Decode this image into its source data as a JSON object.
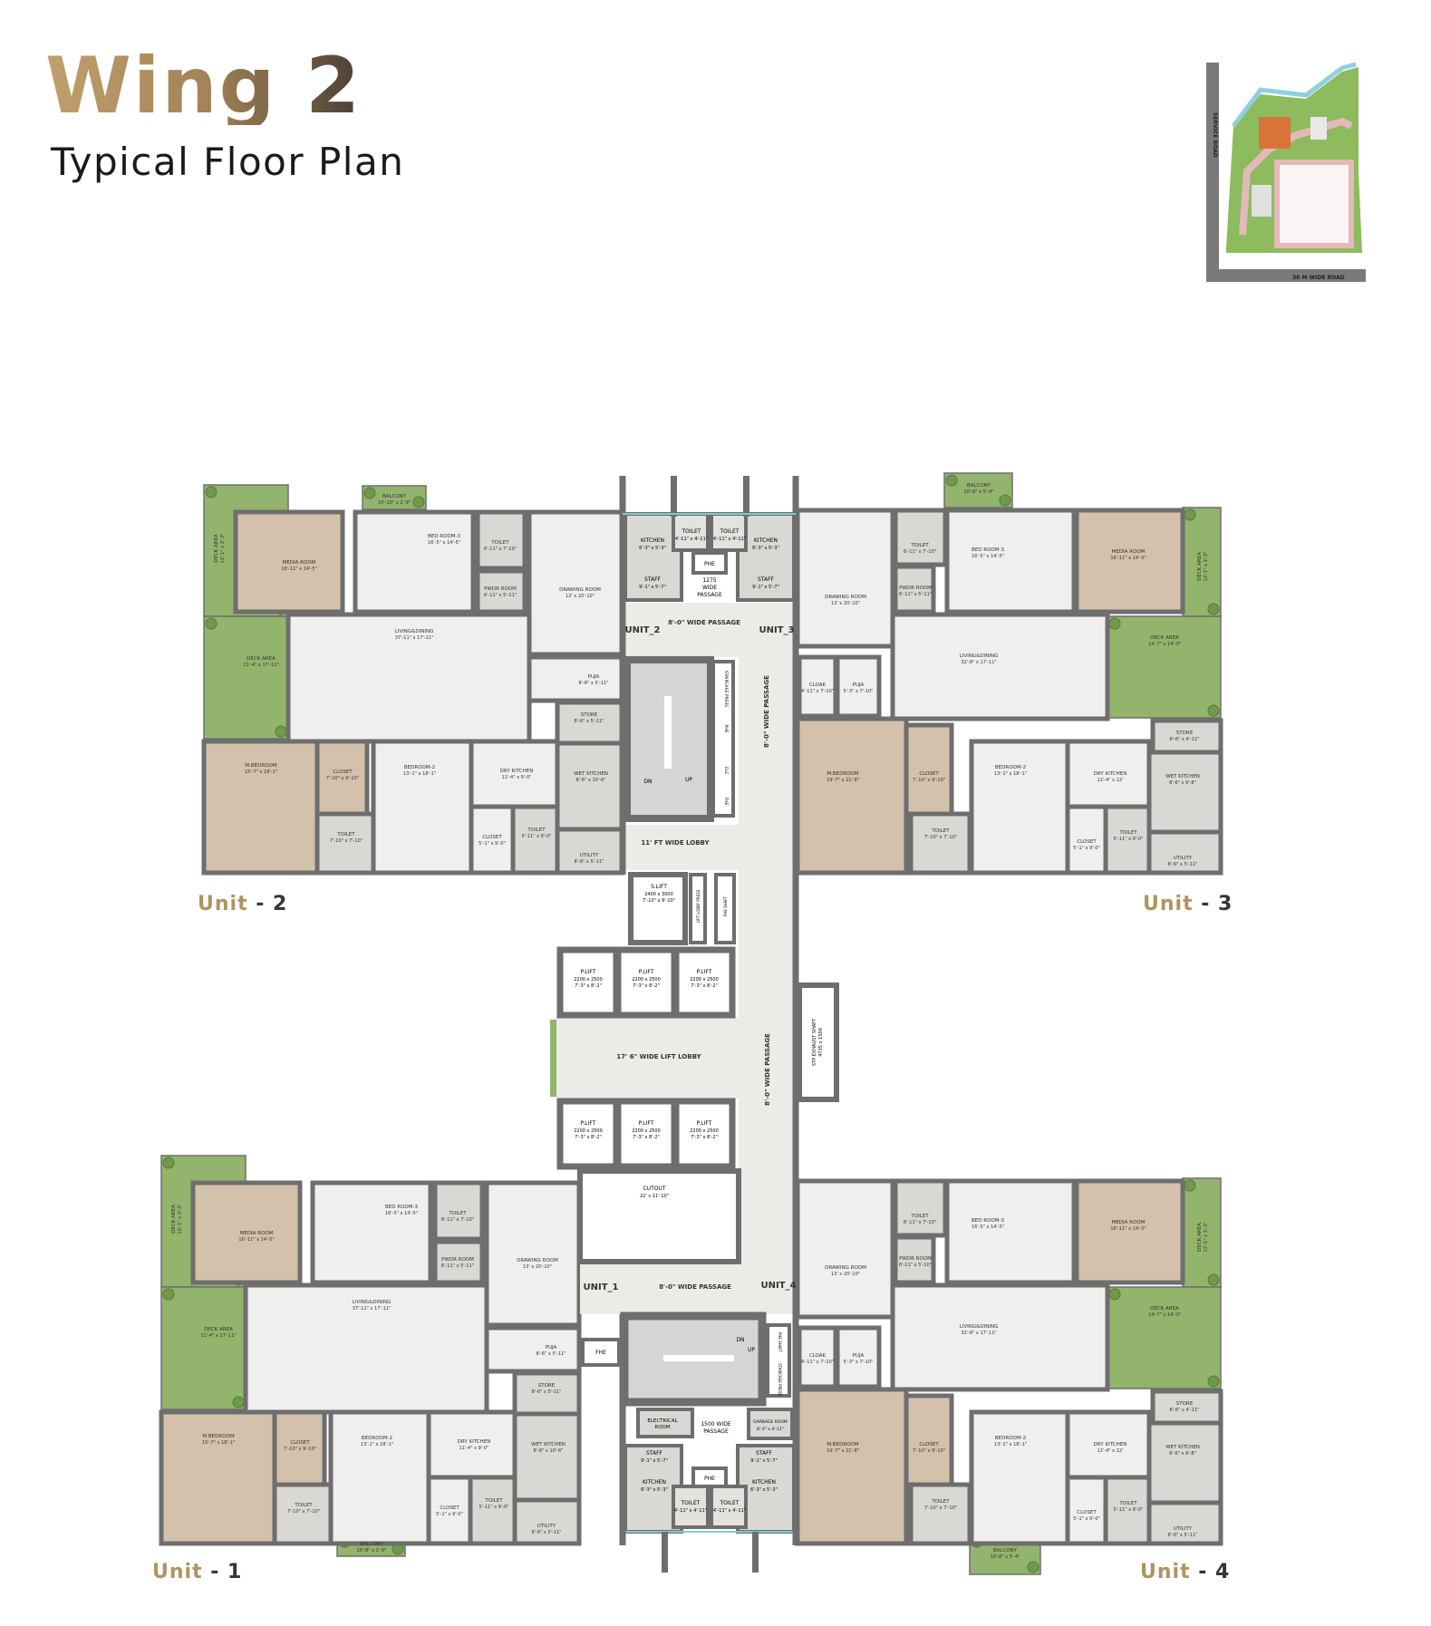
{
  "header": {
    "title": "Wing 2",
    "subtitle": "Typical Floor Plan"
  },
  "key_plan": {
    "service_road": "SERVICE ROAD",
    "main_road": "30 M WIDE ROAD"
  },
  "colors": {
    "title_gold": "#b0935f",
    "title_dark": "#4a4036",
    "wall": "#6e6e6e",
    "marble": "#efefed",
    "wood": "#d3c1ab",
    "wet": "#d9d8d5",
    "landscape": "#93b46c",
    "glazing": "#7fc9cf",
    "deck_edge": "#ecd3bb"
  },
  "units": [
    {
      "word": "Unit",
      "num": "- 1",
      "rooms": [
        {
          "name": "DECK AREA",
          "size": "10'-1\" x 3'-3\"",
          "finish": "landscape"
        },
        {
          "name": "DECK AREA",
          "size": "11'-4\" x 17'-11\"",
          "finish": "landscape"
        },
        {
          "name": "MEDIA ROOM",
          "size": "16'-11\" x 14'-5\"",
          "finish": "wood"
        },
        {
          "name": "BALCONY",
          "size": "10'-8\" x 2'-6\"",
          "finish": "landscape"
        },
        {
          "name": "BED ROOM-3",
          "size": "16'-5\" x 14'-5\"",
          "finish": "marble"
        },
        {
          "name": "TOILET",
          "size": "6'-11\" x 7'-10\"",
          "finish": "wet"
        },
        {
          "name": "PWDR ROOM",
          "size": "6'-11\" x 5'-11\"",
          "finish": "wet"
        },
        {
          "name": "DRAWING ROOM",
          "size": "13' x 20'-10\"",
          "finish": "marble"
        },
        {
          "name": "LIVING&DINING",
          "size": "37'-11\" x 17'-11\"",
          "finish": "marble"
        },
        {
          "name": "PUJA",
          "size": "8'-6\" x 5'-11\"",
          "finish": "marble"
        },
        {
          "name": "STORE",
          "size": "8'-6\" x 5'-11\"",
          "finish": "wet"
        },
        {
          "name": "M.BEDROOM",
          "size": "15'-7\" x 18'-1\"",
          "finish": "wood"
        },
        {
          "name": "CLOSET",
          "size": "7'-10\" x 9'-10\"",
          "finish": "wood"
        },
        {
          "name": "TOILET",
          "size": "7'-10\" x 7'-10\"",
          "finish": "wet"
        },
        {
          "name": "BEDROOM-2",
          "size": "13'-1\" x 18'-1\"",
          "finish": "marble"
        },
        {
          "name": "DRY KITCHEN",
          "size": "11'-4\" x 9'-0\"",
          "finish": "marble"
        },
        {
          "name": "CLOSET",
          "size": "5'-1\" x 9'-0\"",
          "finish": "marble"
        },
        {
          "name": "TOILET",
          "size": "5'-11\" x 9'-0\"",
          "finish": "wet"
        },
        {
          "name": "WET KITCHEN",
          "size": "8'-6\" x 10'-6\"",
          "finish": "wet"
        },
        {
          "name": "UTILITY",
          "size": "8'-6\" x 5'-11\"",
          "finish": "wet"
        }
      ]
    },
    {
      "word": "Unit",
      "num": "- 2",
      "rooms": [
        {
          "name": "DECK AREA",
          "size": "13'-1\" x 3'-3\"",
          "finish": "landscape"
        },
        {
          "name": "DECK AREA",
          "size": "11'-4\" x 17'-11\"",
          "finish": "landscape"
        },
        {
          "name": "MEDIA ROOM",
          "size": "16'-11\" x 14'-5\"",
          "finish": "wood"
        },
        {
          "name": "BALCONY",
          "size": "10'-10\" x 2'-9\"",
          "finish": "landscape"
        },
        {
          "name": "BED ROOM-3",
          "size": "16'-5\" x 14'-5\"",
          "finish": "marble"
        },
        {
          "name": "TOILET",
          "size": "6'-11\" x 7'-10\"",
          "finish": "wet"
        },
        {
          "name": "PWDR ROOM",
          "size": "6'-11\" x 5'-11\"",
          "finish": "wet"
        },
        {
          "name": "DRAWING ROOM",
          "size": "13' x 20'-10\"",
          "finish": "marble"
        },
        {
          "name": "LIVING&DINING",
          "size": "37'-11\" x 17'-11\"",
          "finish": "marble"
        },
        {
          "name": "PUJA",
          "size": "8'-6\" x 5'-11\"",
          "finish": "marble"
        },
        {
          "name": "STORE",
          "size": "8'-6\" x 5'-11\"",
          "finish": "wet"
        },
        {
          "name": "M.BEDROOM",
          "size": "15'-7\" x 18'-1\"",
          "finish": "wood"
        },
        {
          "name": "CLOSET",
          "size": "7'-10\" x 9'-10\"",
          "finish": "wood"
        },
        {
          "name": "TOILET",
          "size": "7'-10\" x 7'-10\"",
          "finish": "wet"
        },
        {
          "name": "BEDROOM-2",
          "size": "13'-1\" x 18'-1\"",
          "finish": "marble"
        },
        {
          "name": "DRY KITCHEN",
          "size": "11'-4\" x 9'-0\"",
          "finish": "marble"
        },
        {
          "name": "CLOSET",
          "size": "5'-1\" x 9'-0\"",
          "finish": "marble"
        },
        {
          "name": "TOILET",
          "size": "5'-11\" x 9'-0\"",
          "finish": "wet"
        },
        {
          "name": "WET KITCHEN",
          "size": "8'-6\" x 10'-6\"",
          "finish": "wet"
        },
        {
          "name": "UTILITY",
          "size": "8'-6\" x 5'-11\"",
          "finish": "wet"
        }
      ]
    },
    {
      "word": "Unit",
      "num": "- 3",
      "rooms": [
        {
          "name": "DECK AREA",
          "size": "13'-1\" x 3'-3\"",
          "finish": "landscape"
        },
        {
          "name": "DECK AREA",
          "size": "14'-7\" x 14'-3\"",
          "finish": "landscape"
        },
        {
          "name": "MEDIA ROOM",
          "size": "16'-11\" x 14'-5\"",
          "finish": "wood"
        },
        {
          "name": "BALCONY",
          "size": "10'-8\" x 5'-4\"",
          "finish": "landscape"
        },
        {
          "name": "BED ROOM-3",
          "size": "16'-5\" x 14'-5\"",
          "finish": "marble"
        },
        {
          "name": "TOILET",
          "size": "6'-11\" x 7'-10\"",
          "finish": "wet"
        },
        {
          "name": "PWDR ROOM",
          "size": "6'-11\" x 5'-11\"",
          "finish": "wet"
        },
        {
          "name": "DRAWING ROOM",
          "size": "13' x 20'-10\"",
          "finish": "marble"
        },
        {
          "name": "LIVING&DINING",
          "size": "32'-8\" x 17'-11\"",
          "finish": "marble"
        },
        {
          "name": "CLOAK",
          "size": "4'-11\" x 7'-10\"",
          "finish": "marble"
        },
        {
          "name": "PUJA",
          "size": "5'-3\" x 7'-10\"",
          "finish": "marble"
        },
        {
          "name": "STORE",
          "size": "8'-6\" x 4'-11\"",
          "finish": "wet"
        },
        {
          "name": "M.BEDROOM",
          "size": "19'-7\" x 21'-8\"",
          "finish": "wood"
        },
        {
          "name": "CLOSET",
          "size": "7'-10\" x 9'-10\"",
          "finish": "wood"
        },
        {
          "name": "TOILET",
          "size": "7'-10\" x 7'-10\"",
          "finish": "wet"
        },
        {
          "name": "BEDROOM-2",
          "size": "13'-1\" x 18'-1\"",
          "finish": "marble"
        },
        {
          "name": "DRY KITCHEN",
          "size": "11'-4\" x 12'",
          "finish": "marble"
        },
        {
          "name": "CLOSET",
          "size": "5'-1\" x 9'-0\"",
          "finish": "marble"
        },
        {
          "name": "TOILET",
          "size": "5'-11\" x 9'-0\"",
          "finish": "wet"
        },
        {
          "name": "WET KITCHEN",
          "size": "8'-6\" x 9'-8\"",
          "finish": "wet"
        },
        {
          "name": "UTILITY",
          "size": "8'-6\" x 5'-11\"",
          "finish": "wet"
        }
      ]
    },
    {
      "word": "Unit",
      "num": "- 4",
      "rooms": [
        {
          "name": "DECK AREA",
          "size": "13'-1\" x 3'-3\"",
          "finish": "landscape"
        },
        {
          "name": "DECK AREA",
          "size": "14'-7\" x 14'-3\"",
          "finish": "landscape"
        },
        {
          "name": "MEDIA ROOM",
          "size": "16'-11\" x 14'-5\"",
          "finish": "wood"
        },
        {
          "name": "BALCONY",
          "size": "10'-8\" x 5'-4\"",
          "finish": "landscape"
        },
        {
          "name": "BED ROOM-3",
          "size": "16'-5\" x 14'-5\"",
          "finish": "marble"
        },
        {
          "name": "TOILET",
          "size": "6'-11\" x 7'-10\"",
          "finish": "wet"
        },
        {
          "name": "PWDR ROOM",
          "size": "6'-11\" x 5'-10\"",
          "finish": "wet"
        },
        {
          "name": "DRAWING ROOM",
          "size": "13' x 20'-10\"",
          "finish": "marble"
        },
        {
          "name": "LIVING&DINING",
          "size": "32'-8\" x 17'-11\"",
          "finish": "marble"
        },
        {
          "name": "CLOAK",
          "size": "4'-11\" x 7'-10\"",
          "finish": "marble"
        },
        {
          "name": "PUJA",
          "size": "5'-3\" x 7'-10\"",
          "finish": "marble"
        },
        {
          "name": "STORE",
          "size": "8'-6\" x 4'-11\"",
          "finish": "wet"
        },
        {
          "name": "M.BEDROOM",
          "size": "19'-7\" x 21'-8\"",
          "finish": "wood"
        },
        {
          "name": "CLOSET",
          "size": "7'-10\" x 9'-10\"",
          "finish": "wood"
        },
        {
          "name": "TOILET",
          "size": "7'-10\" x 7'-10\"",
          "finish": "wet"
        },
        {
          "name": "BEDROOM-2",
          "size": "13'-1\" x 18'-1\"",
          "finish": "marble"
        },
        {
          "name": "DRY KITCHEN",
          "size": "11'-4\" x 12'",
          "finish": "marble"
        },
        {
          "name": "CLOSET",
          "size": "5'-1\" x 9'-0\"",
          "finish": "marble"
        },
        {
          "name": "TOILET",
          "size": "5'-11\" x 9'-0\"",
          "finish": "wet"
        },
        {
          "name": "WET KITCHEN",
          "size": "8'-6\" x 9'-8\"",
          "finish": "wet"
        },
        {
          "name": "UTILITY",
          "size": "8'-6\" x 5'-11\"",
          "finish": "wet"
        }
      ]
    }
  ],
  "core": {
    "top": {
      "kitchen": "KITCHEN",
      "kitchen_size": "6'-3\" x 5'-3\"",
      "toilet": "TOILET",
      "toilet_size": "4'-11\" x 4'-11\"",
      "staff": "STAFF",
      "staff_size": "9'-1\" x 5'-7\"",
      "phe": "PHE",
      "passage": [
        "1275",
        "WIDE",
        "PASSAGE"
      ],
      "wide_passage": "8'-0\" WIDE PASSAGE",
      "unit_left": "UNIT_2",
      "unit_right": "UNIT_3",
      "dn": "DN",
      "up": "UP",
      "staircase_press": "STAIRCASE PRESS",
      "phe_shaft": "PHE",
      "ele": "ELE",
      "fhe": "FHE",
      "vertical_passage": "8'-0\" WIDE PASSAGE",
      "lobby": "11' FT WIDE LOBBY"
    },
    "lifts": {
      "service_lift": "S.LIFT",
      "service_lift_mm": "2400 x 3000",
      "service_lift_ft": "7'-10\" x 9'-10\"",
      "lift_lobby_press": "LIFT LOBBY PRESS",
      "phe_shaft": "PHE SHAFT",
      "passenger_lift": "P.LIFT",
      "passenger_lift_mm": "2200 x 2500",
      "passenger_lift_ft": "7'-3\" x 8'-2\"",
      "lift_lobby": "17' 6\"  WIDE  LIFT LOBBY",
      "vertical_passage": "8'-0\" WIDE PASSAGE",
      "stp_shaft": "STP EXHAUST SHAFT",
      "stp_shaft_mm": "4735 x 1500",
      "cutout": "CUTOUT",
      "cutout_size": "22' x 11'-10\""
    },
    "bottom": {
      "unit_left": "UNIT_1",
      "unit_right": "UNIT_4",
      "wide_passage": "8'-0\" WIDE PASSAGE",
      "fhe": "FHE",
      "dn": "DN",
      "up": "UP",
      "phe_shaft": "PHE SHAFT",
      "staircase_press": "STAIRCASE PRESS",
      "electrical": [
        "ELECTRICAL",
        "ROOM"
      ],
      "passage": [
        "1500 WIDE",
        "PASSAGE"
      ],
      "garbage": "GARBAGE ROOM",
      "garbage_size": "6'-3\" x 4'-11\"",
      "staff": "STAFF",
      "staff_size": "9'-1\" x 5'-7\"",
      "phe": "PHE",
      "kitchen": "KITCHEN",
      "kitchen_size": "6'-3\" x 5'-3\"",
      "toilet": "TOILET",
      "toilet_size": "4'-11\" x 4'-11\""
    }
  }
}
